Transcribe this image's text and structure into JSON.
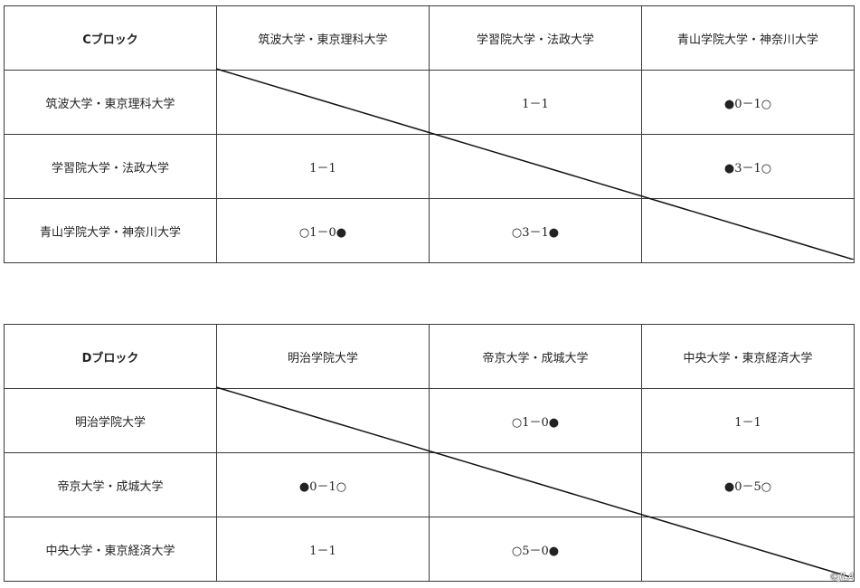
{
  "blocks": [
    {
      "name": "Cブロック",
      "teams": [
        "筑波大学・東京理科大学",
        "学習院大学・法政大学",
        "青山学院大学・神奈川大学"
      ],
      "rows": [
        [
          "",
          "1－1",
          "●0－1○"
        ],
        [
          "1－1",
          "",
          "●3－1○"
        ],
        [
          "○1－0●",
          "○3－1●",
          ""
        ]
      ]
    },
    {
      "name": "Dブロック",
      "teams": [
        "明治学院大学",
        "帝京大学・成城大学",
        "中央大学・東京経済大学"
      ],
      "row_teams": [
        "明治学院大学",
        "帝京大学・成城大学",
        "中央大学・東京経済大学"
      ],
      "rows": [
        [
          "",
          "○1－0●",
          "1－1"
        ],
        [
          "●0－1○",
          "",
          "●0－5○"
        ],
        [
          "1－1",
          "○5－0●",
          ""
        ]
      ]
    }
  ],
  "copyright": "©JLA"
}
